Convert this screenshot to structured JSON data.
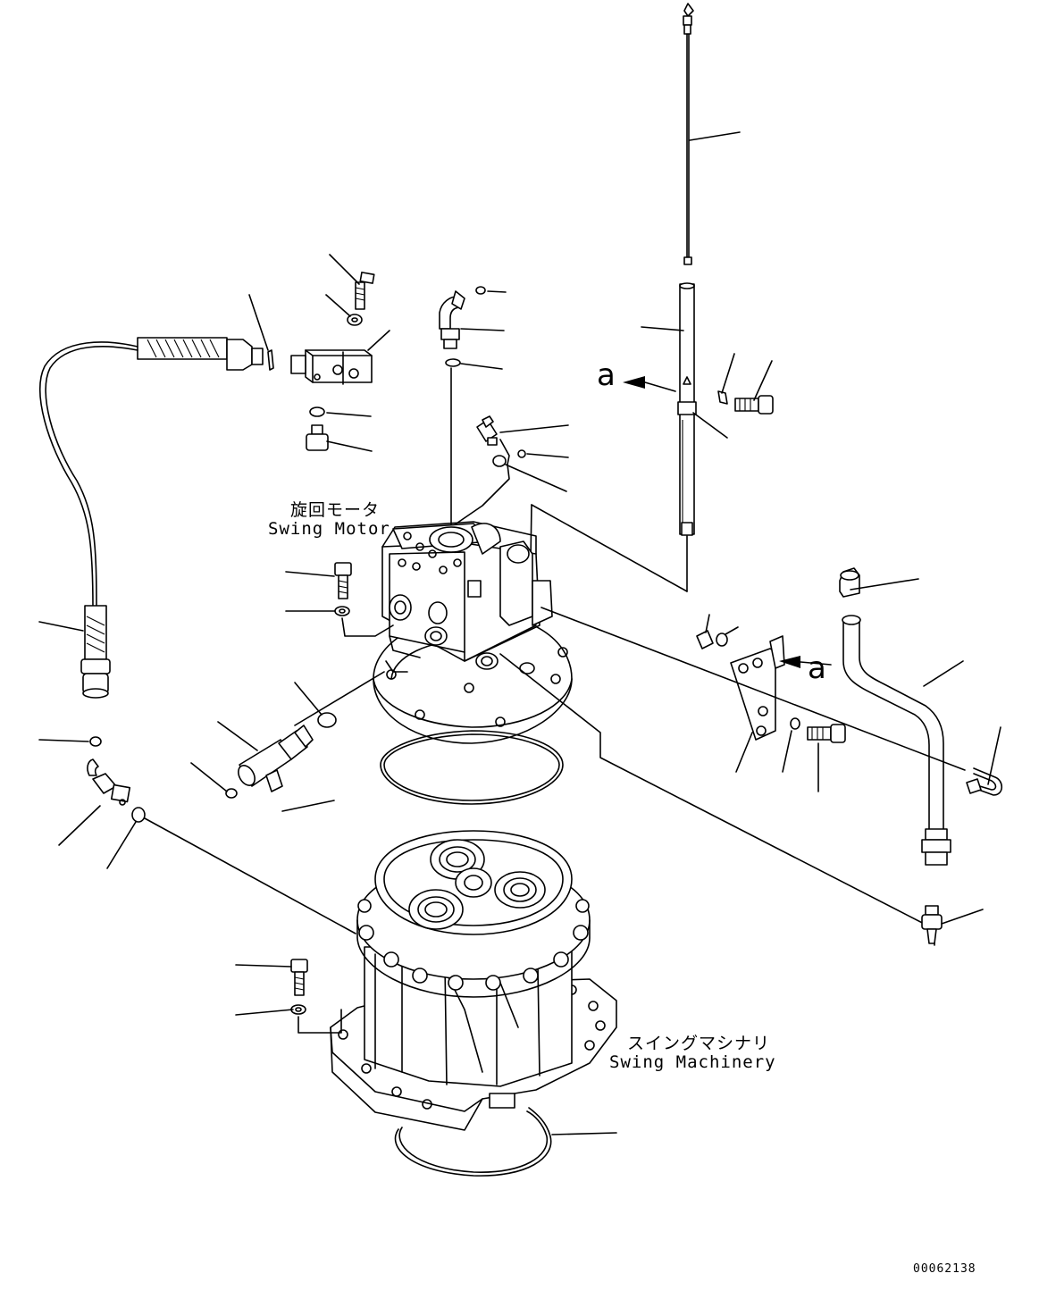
{
  "labels": {
    "swing_motor_jp": "旋回モータ",
    "swing_motor_en": "Swing Motor",
    "swing_machinery_jp": "スイングマシナリ",
    "swing_machinery_en": "Swing Machinery",
    "view_ref_a1": "a",
    "view_ref_a2": "a",
    "document_number": "00062138"
  }
}
